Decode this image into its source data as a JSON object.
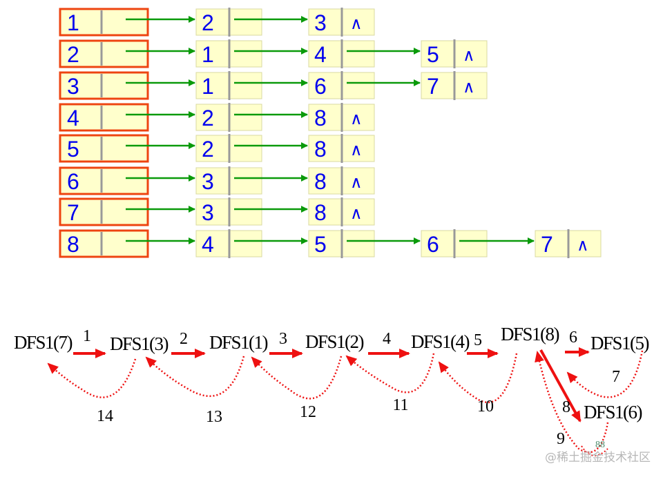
{
  "adjacency_list": {
    "rows": [
      {
        "vertex": "1",
        "neighbors": [
          "2",
          "3"
        ]
      },
      {
        "vertex": "2",
        "neighbors": [
          "1",
          "4",
          "5"
        ]
      },
      {
        "vertex": "3",
        "neighbors": [
          "1",
          "6",
          "7"
        ]
      },
      {
        "vertex": "4",
        "neighbors": [
          "2",
          "8"
        ]
      },
      {
        "vertex": "5",
        "neighbors": [
          "2",
          "8"
        ]
      },
      {
        "vertex": "6",
        "neighbors": [
          "3",
          "8"
        ]
      },
      {
        "vertex": "7",
        "neighbors": [
          "3",
          "8"
        ]
      },
      {
        "vertex": "8",
        "neighbors": [
          "4",
          "5",
          "6",
          "7"
        ]
      }
    ],
    "null_symbol": "∧",
    "colors": {
      "node_fill": "#ffffcc",
      "node_text": "#0000ee",
      "head_border": "#ee4411",
      "arrow": "#0a9a0a",
      "divider": "#999999"
    }
  },
  "dfs_trace": {
    "calls": [
      {
        "id": "c7",
        "label": "DFS1(7)"
      },
      {
        "id": "c3",
        "label": "DFS1(3)"
      },
      {
        "id": "c1",
        "label": "DFS1(1)"
      },
      {
        "id": "c2",
        "label": "DFS1(2)"
      },
      {
        "id": "c4",
        "label": "DFS1(4)"
      },
      {
        "id": "c8",
        "label": "DFS1(8)"
      },
      {
        "id": "c5",
        "label": "DFS1(5)"
      },
      {
        "id": "c6",
        "label": "DFS1(6)"
      }
    ],
    "forward_steps": [
      {
        "label": "1",
        "from": "c7",
        "to": "c3"
      },
      {
        "label": "2",
        "from": "c3",
        "to": "c1"
      },
      {
        "label": "3",
        "from": "c1",
        "to": "c2"
      },
      {
        "label": "4",
        "from": "c2",
        "to": "c4"
      },
      {
        "label": "5",
        "from": "c4",
        "to": "c8"
      },
      {
        "label": "6",
        "from": "c8",
        "to": "c5"
      },
      {
        "label": "8",
        "from": "c8",
        "to": "c6"
      }
    ],
    "return_steps": [
      {
        "label": "7",
        "from": "c5",
        "to": "c8"
      },
      {
        "label": "9",
        "from": "c6",
        "to": "c8"
      },
      {
        "label": "10",
        "from": "c8",
        "to": "c4"
      },
      {
        "label": "11",
        "from": "c4",
        "to": "c2"
      },
      {
        "label": "12",
        "from": "c2",
        "to": "c1"
      },
      {
        "label": "13",
        "from": "c1",
        "to": "c3"
      },
      {
        "label": "14",
        "from": "c3",
        "to": "c7"
      }
    ],
    "extra_text": "88",
    "colors": {
      "arrow": "#ee1111",
      "text": "#000000",
      "extra_text": "#4a8a6a"
    }
  },
  "watermark": "@稀土掘金技术社区"
}
